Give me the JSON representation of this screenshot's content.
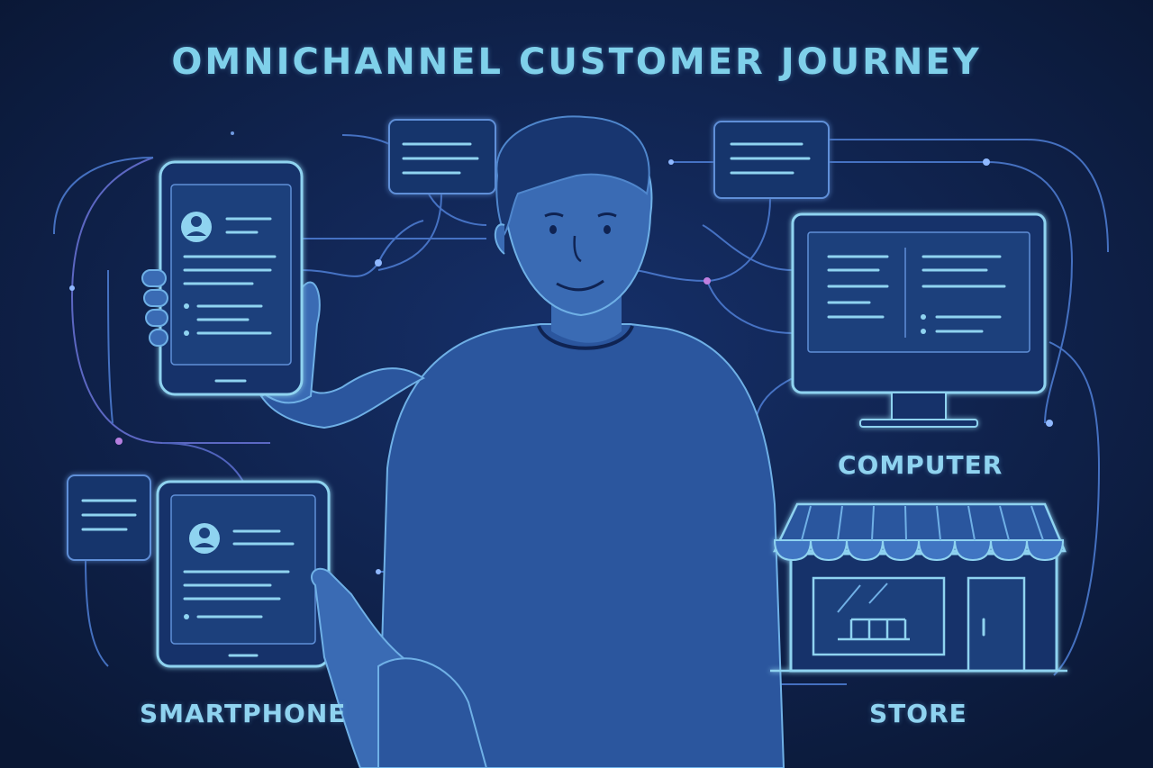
{
  "title": "OMNICHANNEL CUSTOMER JOURNEY",
  "labels": {
    "computer": "COMPUTER",
    "smartphone": "SMARTPHONE",
    "store": "STORE"
  },
  "colors": {
    "background": "#0b1a3a",
    "line_blue": "#4f7fd6",
    "line_purple": "#8a6ad6",
    "glow_cyan": "#8fd3f0",
    "device_fill": "#17336a",
    "figure_fill": "#3262a8"
  }
}
